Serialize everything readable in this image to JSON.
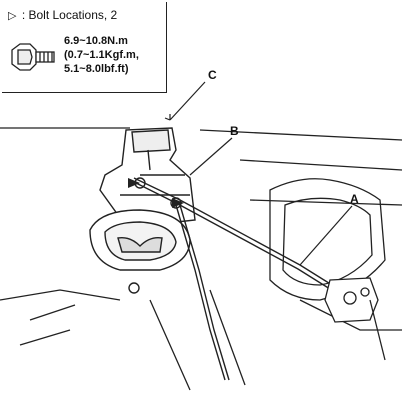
{
  "legend": {
    "symbol": "▷",
    "bolt_locations": ": Bolt Locations, 2",
    "torque": [
      "6.9~10.8N.m",
      "(0.7~1.1Kgf.m,",
      "5.1~8.0lbf.ft)"
    ]
  },
  "callouts": {
    "a": "A",
    "b": "B",
    "c": "C"
  },
  "icons": {
    "bolt": "bolt-icon",
    "bolt_marker": "triangle-marker-icon"
  }
}
